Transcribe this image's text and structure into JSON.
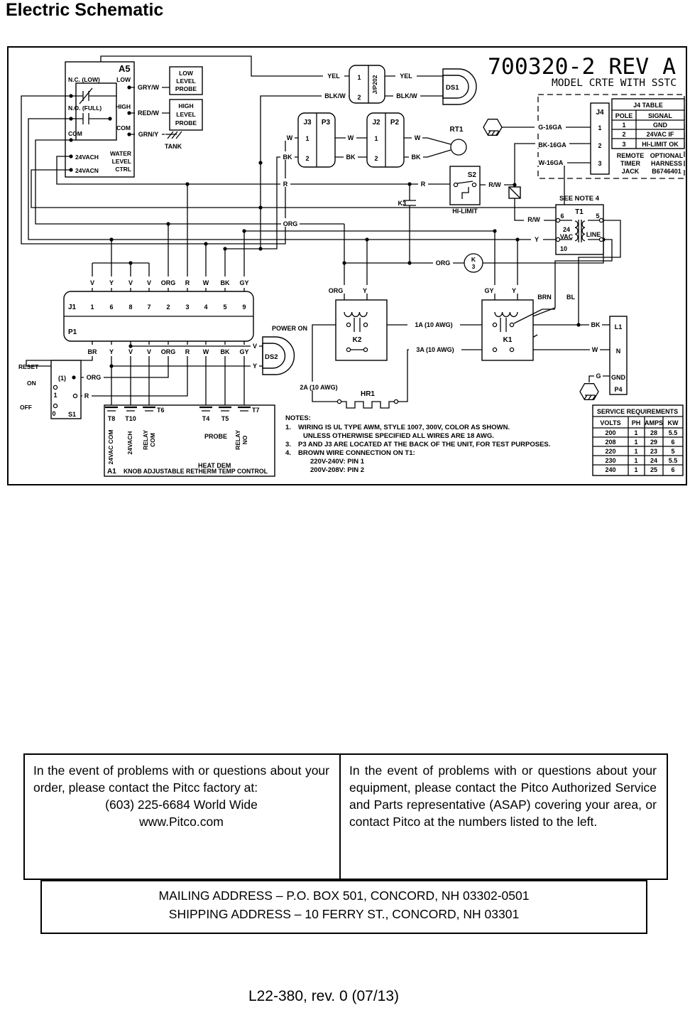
{
  "page": {
    "title": "Electric Schematic",
    "footer": "L22-380, rev. 0 (07/13)"
  },
  "sch": {
    "pn": "700320-2 REV A",
    "model": "MODEL CRTE WITH SSTC",
    "a5": {
      "id": "A5",
      "nc": "N.C. (LOW)",
      "no": "N.O. (FULL)",
      "com_l": "COM",
      "low": "LOW",
      "high": "HIGH",
      "com_r": "COM",
      "vach": "24VACH",
      "vacn": "24VACN",
      "t1": "WATER",
      "t2": "LEVEL",
      "t3": "CTRL"
    },
    "probe_low": [
      "LOW",
      "LEVEL",
      "PROBE"
    ],
    "probe_high": [
      "HIGH",
      "LEVEL",
      "PROBE"
    ],
    "jp202": {
      "p1": "1",
      "p2": "2",
      "name": "J/P202"
    },
    "ds1": "DS1",
    "ds2": "DS2",
    "power_on": "POWER ON",
    "rt1": "RT1",
    "j3": {
      "j": "J3",
      "p": "P3",
      "p1": "1",
      "p2": "2"
    },
    "j2": {
      "j": "J2",
      "p": "P2",
      "p1": "1",
      "p2": "2"
    },
    "s2": {
      "id": "S2",
      "cap": "HI-LIMIT"
    },
    "k3c": "K3",
    "k3": {
      "k": "K",
      "n": "3"
    },
    "t1": {
      "note": "SEE NOTE 4",
      "id": "T1",
      "p6": "6",
      "p5": "5",
      "p10": "10",
      "v24": "24",
      "vac": "VAC",
      "line": "LINE"
    },
    "j4": {
      "id": "J4",
      "p1": "1",
      "p2": "2",
      "p3": "3"
    },
    "j4t": {
      "title": "J4 TABLE",
      "h": [
        "POLE",
        "SIGNAL"
      ],
      "rows": [
        [
          "1",
          "GND"
        ],
        [
          "2",
          "24VAC IF"
        ],
        [
          "3",
          "HI-LIMIT OK"
        ]
      ]
    },
    "remote": [
      "REMOTE",
      "TIMER",
      "JACK"
    ],
    "optional": [
      "OPTIONAL",
      "HARNESS",
      "B6746401"
    ],
    "j1": {
      "j": "J1",
      "p": "P1",
      "pins": [
        "1",
        "6",
        "8",
        "7",
        "2",
        "3",
        "4",
        "5",
        "9"
      ],
      "top": [
        "V",
        "Y",
        "V",
        "V",
        "ORG",
        "R",
        "W",
        "BK",
        "GY"
      ],
      "bot": [
        "BR",
        "Y",
        "V",
        "V",
        "ORG",
        "R",
        "W",
        "BK",
        "GY"
      ]
    },
    "s1": {
      "reset": "RESET",
      "on": "ON",
      "off": "OFF",
      "p1": "(1)",
      "n1": "1",
      "n0": "0",
      "id": "S1"
    },
    "k2": "K2",
    "k1": "K1",
    "hr1": "HR1",
    "p4": {
      "l1": "L1",
      "n": "N",
      "gnd": "GND",
      "id": "P4"
    },
    "a1": {
      "t8": "T8",
      "t10": "T10",
      "t6": "T6",
      "t4": "T4",
      "t5": "T5",
      "t7": "T7",
      "v8": "24VAC COM",
      "v10": "24VACH",
      "v6a": "RELAY",
      "v6b": "COM",
      "probe": "PROBE",
      "v7a": "RELAY",
      "v7b": "NO",
      "heat": "HEAT DEM",
      "id": "A1",
      "cap": "KNOB ADJUSTABLE RETHERM TEMP CONTROL"
    },
    "w": {
      "gryw": "GRY/W",
      "redw": "RED/W",
      "grny": "GRN/Y",
      "tank": "TANK",
      "yel_l": "YEL",
      "blkw_l": "BLK/W",
      "yel_r": "YEL",
      "blkw_r": "BLK/W",
      "w1": "W",
      "bk1": "BK",
      "w2": "W",
      "bk2": "BK",
      "w3": "W",
      "bk3": "BK",
      "r1": "R",
      "r2": "R",
      "rw1": "R/W",
      "rw2": "R/W",
      "y_t1": "Y",
      "org_bus": "ORG",
      "org_k3": "ORG",
      "g16": "G-16GA",
      "bk16": "BK-16GA",
      "w16": "W-16GA",
      "brn": "BRN",
      "bl": "BL",
      "bk_l1": "BK",
      "w_n": "W",
      "g": "G",
      "gy_k1": "GY",
      "y_k1": "Y",
      "org_k2": "ORG",
      "y_k2": "Y",
      "v_ds2": "V",
      "y_ds2": "Y",
      "org_s1": "ORG",
      "r_s1": "R",
      "a1a": "1A (10 AWG)",
      "a2": "2A (10 AWG)",
      "a3": "3A (10 AWG)"
    },
    "notes": {
      "head": "NOTES:",
      "n1": "1.",
      "t1a": "WIRING IS UL TYPE AWM, STYLE 1007, 300V, COLOR AS SHOWN.",
      "t1b": "UNLESS OTHERWISE SPECIFIED ALL WIRES ARE 18 AWG.",
      "n3": "3.",
      "t3": "P3 AND J3 ARE LOCATED AT THE BACK OF THE UNIT, FOR TEST PURPOSES.",
      "n4": "4.",
      "t4": "BROWN WIRE CONNECTION ON T1:",
      "t4a": "220V-240V: PIN 1",
      "t4b": "200V-208V: PIN 2"
    },
    "svc": {
      "title": "SERVICE REQUIREMENTS",
      "h": [
        "VOLTS",
        "PH",
        "AMPS",
        "KW"
      ],
      "rows": [
        [
          "200",
          "1",
          "28",
          "5.5"
        ],
        [
          "208",
          "1",
          "29",
          "6"
        ],
        [
          "220",
          "1",
          "23",
          "5"
        ],
        [
          "230",
          "1",
          "24",
          "5.5"
        ],
        [
          "240",
          "1",
          "25",
          "6"
        ]
      ]
    }
  },
  "boxes": {
    "left": {
      "body": "In the event of problems with or questions about your order, please contact the Pitcc factory at:",
      "phone": "(603) 225-6684 World Wide",
      "web": "www.Pitco.com"
    },
    "right": {
      "body": "In the event of problems with or questions about your equipment, please contact the Pitco Authorized Service and Parts representative (ASAP) covering your area, or contact Pitco at the numbers listed to the left."
    },
    "address": {
      "l1": "MAILING ADDRESS – P.O. BOX 501, CONCORD, NH 03302-0501",
      "l2": "SHIPPING ADDRESS – 10 FERRY ST., CONCORD, NH 03301"
    }
  }
}
